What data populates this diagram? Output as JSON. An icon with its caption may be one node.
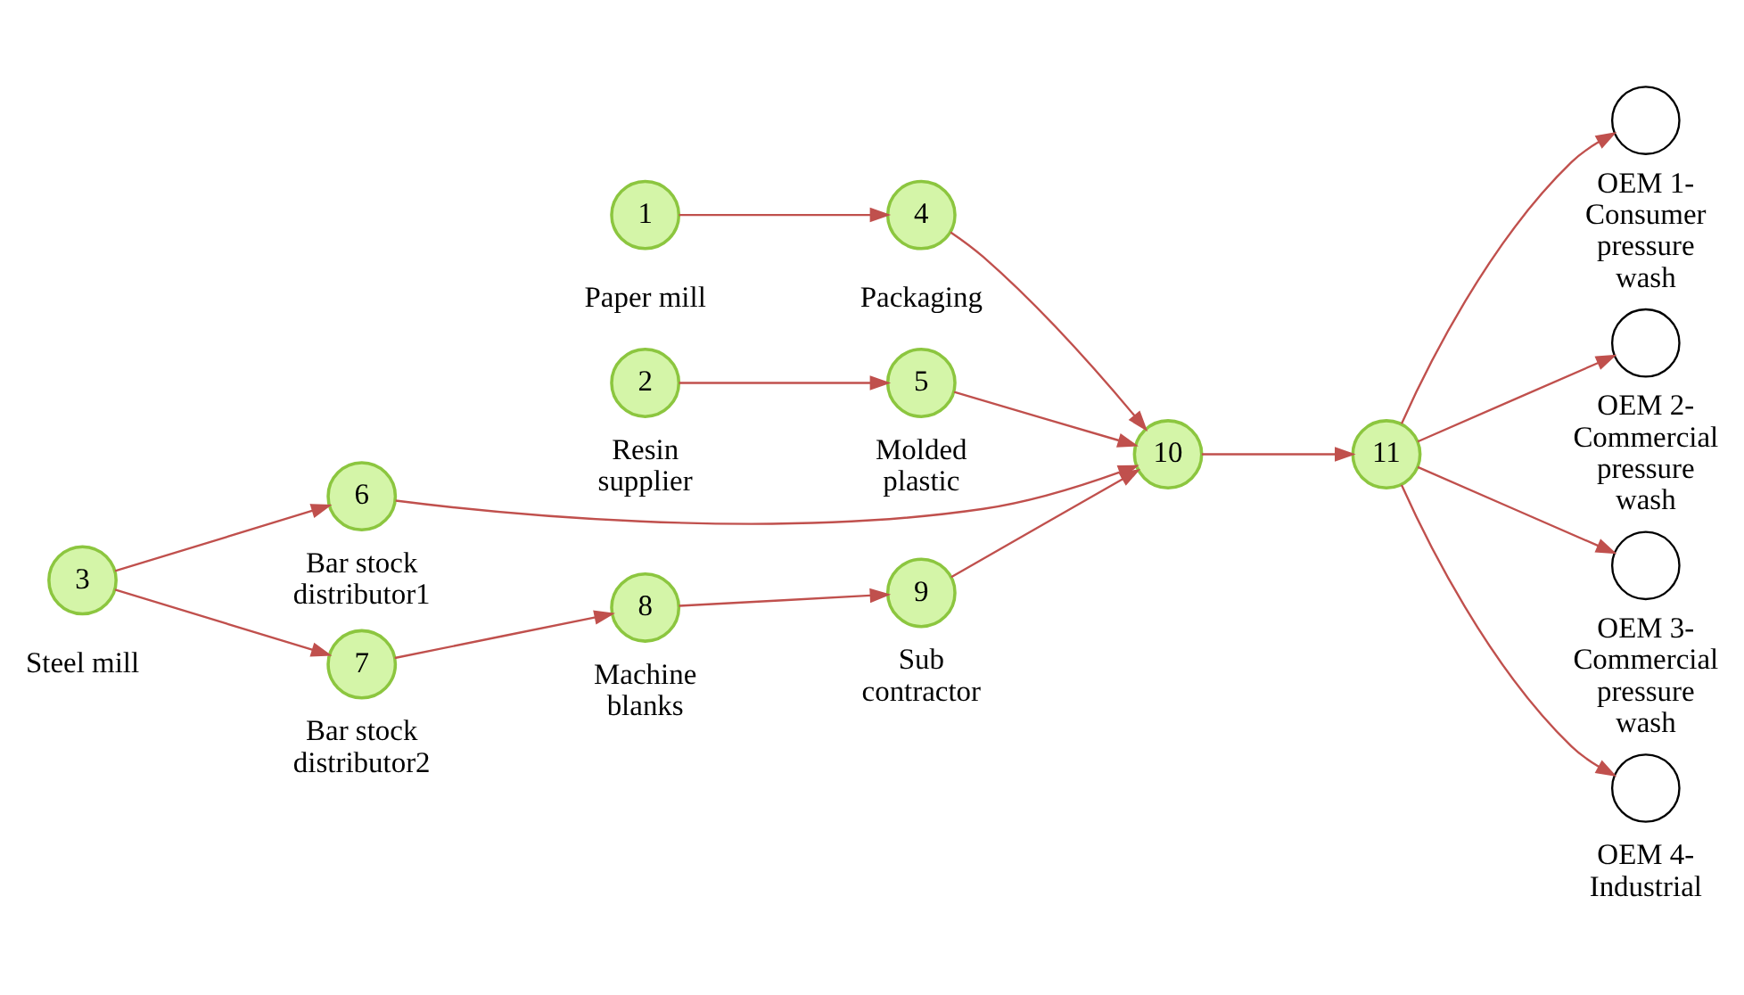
{
  "diagram": {
    "nodes": [
      {
        "text": [
          "1"
        ],
        "beside": [
          "Paper mill"
        ]
      },
      {
        "text": [
          "2"
        ],
        "beside": [
          "Resin supplier"
        ]
      },
      {
        "text": [
          "3"
        ],
        "beside": [
          "Steel mill"
        ]
      },
      {
        "text": [
          "4"
        ],
        "beside": [
          "Packaging"
        ]
      },
      {
        "text": [
          "5"
        ],
        "beside": [
          "Molded plastic"
        ]
      },
      {
        "text": [
          "6"
        ],
        "beside": [
          "Bar stock distributor1"
        ]
      },
      {
        "text": [
          "7"
        ],
        "beside": [
          "Bar stock distributor2"
        ]
      },
      {
        "text": [
          "8"
        ],
        "beside": [
          "Machine blanks"
        ]
      },
      {
        "text": [
          "9"
        ],
        "beside": [
          "Sub contractor"
        ]
      },
      {
        "text": [
          "10"
        ]
      },
      {
        "text": [
          "11"
        ]
      },
      {
        "text": [],
        "shape": "circle",
        "beside": [
          "OEM 1- Consumer pressure wash"
        ]
      },
      {
        "text": [],
        "shape": "circle",
        "beside": [
          "OEM 2- Commercial pressure wash"
        ]
      },
      {
        "text": [],
        "shape": "circle",
        "beside": [
          "OEM 3- Commercial pressure wash"
        ]
      },
      {
        "text": [],
        "shape": "circle",
        "beside": [
          "OEM 4- Industrial"
        ]
      }
    ],
    "edges": [
      {
        "from": 0,
        "to": 3,
        "arrow": "to"
      },
      {
        "from": 1,
        "to": 4,
        "arrow": "to"
      },
      {
        "from": 2,
        "to": 5,
        "arrow": "to"
      },
      {
        "from": 2,
        "to": 6,
        "arrow": "to"
      },
      {
        "from": 3,
        "to": 9,
        "arrow": "to"
      },
      {
        "from": 4,
        "to": 9,
        "arrow": "to"
      },
      {
        "from": 5,
        "to": 9,
        "arrow": "to"
      },
      {
        "from": 6,
        "to": 7,
        "arrow": "to"
      },
      {
        "from": 7,
        "to": 8,
        "arrow": "to"
      },
      {
        "from": 8,
        "to": 9,
        "arrow": "to"
      },
      {
        "from": 9,
        "to": 10,
        "arrow": "to"
      },
      {
        "from": 10,
        "to": 11,
        "arrow": "to"
      },
      {
        "from": 10,
        "to": 12,
        "arrow": "to"
      },
      {
        "from": 10,
        "to": 13,
        "arrow": "to"
      },
      {
        "from": 10,
        "to": 14,
        "arrow": "to"
      }
    ]
  }
}
